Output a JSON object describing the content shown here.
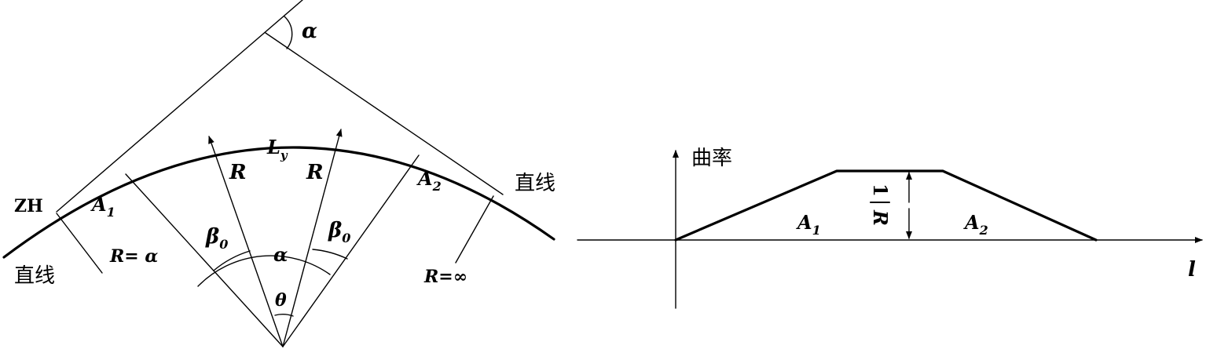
{
  "left_diagram": {
    "alpha_top": "α",
    "Ly_main": "L",
    "Ly_sub": "y",
    "R_left": "R",
    "R_right": "R",
    "A1_main": "A",
    "A1_sub": "1",
    "A2_main": "A",
    "A2_sub": "2",
    "ZH": "ZH",
    "straight_left": "直线",
    "straight_right": "直线",
    "R_eq_alpha": "R= α",
    "R_eq_inf": "R=∞",
    "beta0_left_main": "β",
    "beta0_left_sub": "0",
    "beta0_right_main": "β",
    "beta0_right_sub": "0",
    "alpha_center": "α",
    "theta": "θ"
  },
  "right_diagram": {
    "y_axis_label": "曲率",
    "x_axis_label": "l",
    "A1_main": "A",
    "A1_sub": "1",
    "A2_main": "A",
    "A2_sub": "2",
    "fraction_num": "1",
    "fraction_den": "R"
  }
}
